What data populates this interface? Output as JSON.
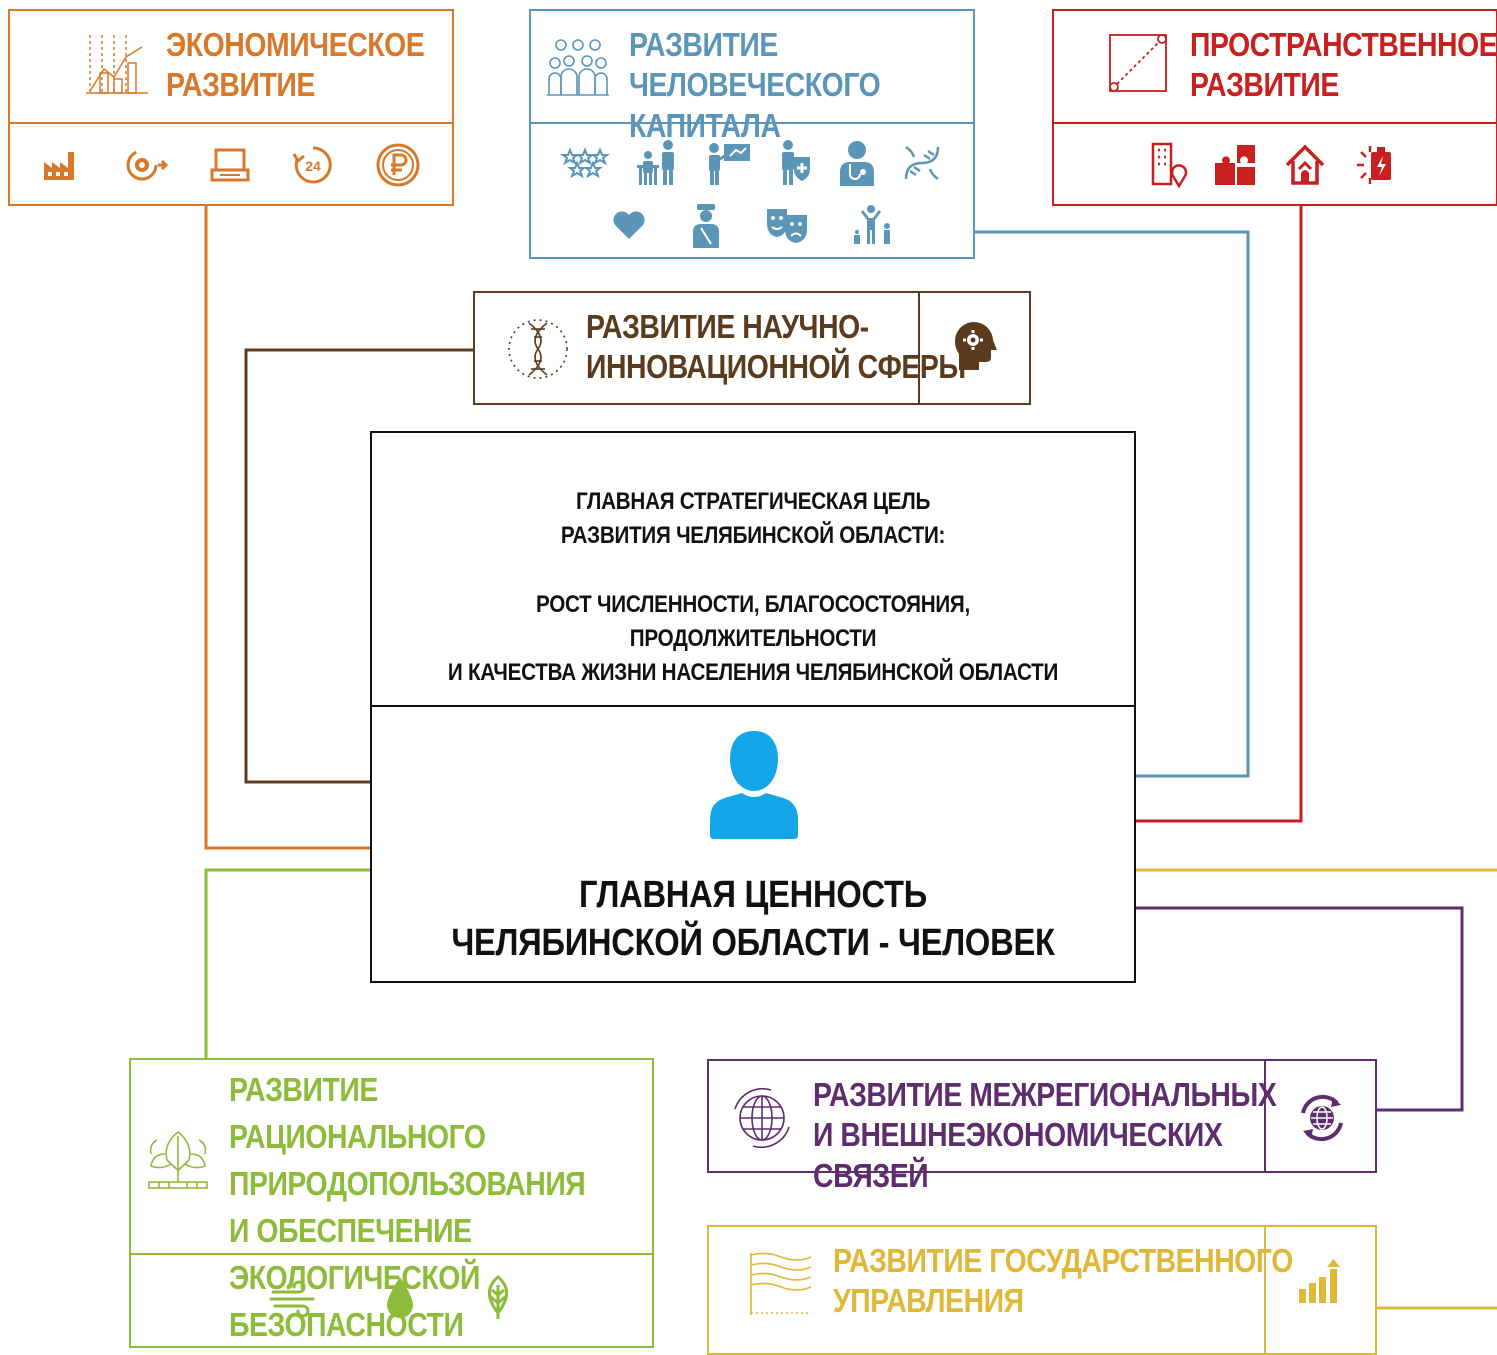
{
  "colors": {
    "economic": "#d8782a",
    "human": "#5b96b8",
    "spatial": "#c8201f",
    "science": "#5b3b1d",
    "nature": "#8dbb3a",
    "interregional": "#5e2d6e",
    "government": "#e0b838",
    "person": "#14a6e8",
    "goal_border": "#111111"
  },
  "blocks": {
    "economic": {
      "title_line1": "Экономическое",
      "title_line2": "развитие",
      "icons": [
        "factory-icon",
        "gear-arrow-icon",
        "laptop-icon",
        "clock-24-icon",
        "ruble-coin-icon"
      ]
    },
    "human": {
      "title_line1": "Развитие человеческого",
      "title_line2": "капитала",
      "icons_row1": [
        "stars-icon",
        "family-icon",
        "teacher-icon",
        "health-person-icon",
        "doctor-icon",
        "dna-icon"
      ],
      "icons_row2": [
        "heart-icon",
        "police-icon",
        "theater-masks-icon",
        "sport-people-icon"
      ]
    },
    "spatial": {
      "title_line1": "Пространственное",
      "title_line2": "развитие",
      "icons": [
        "building-location-icon",
        "puzzle-icon",
        "house-icon",
        "energy-icon"
      ]
    },
    "science": {
      "title_line1": "Развитие научно-",
      "title_line2": "инновационной сферы",
      "side_icon": "head-gear-icon"
    },
    "nature": {
      "title_line1": "Развитие рационального",
      "title_line2": "природопользования",
      "title_line3": "и обеспечение экологической",
      "title_line4": "безопасности",
      "icons": [
        "wind-icon",
        "water-drop-icon",
        "leaf-icon"
      ]
    },
    "interregional": {
      "title_line1": "Развитие межрегиональных",
      "title_line2": "и внешнеэкономических связей",
      "side_icon": "globe-cycle-icon"
    },
    "government": {
      "title_line1": "Развитие государственного",
      "title_line2": "управления",
      "side_icon": "growth-bars-icon"
    }
  },
  "center": {
    "goal_line1": "Главная стратегическая цель",
    "goal_line2": "развития Челябинской области:",
    "goal_line3": "Рост численности, благосостояния, продолжительности",
    "goal_line4": "и качества жизни населения Челябинской области",
    "value_line1": "Главная ценность",
    "value_line2": "Челябинской области - человек",
    "person_icon": "person-icon"
  }
}
